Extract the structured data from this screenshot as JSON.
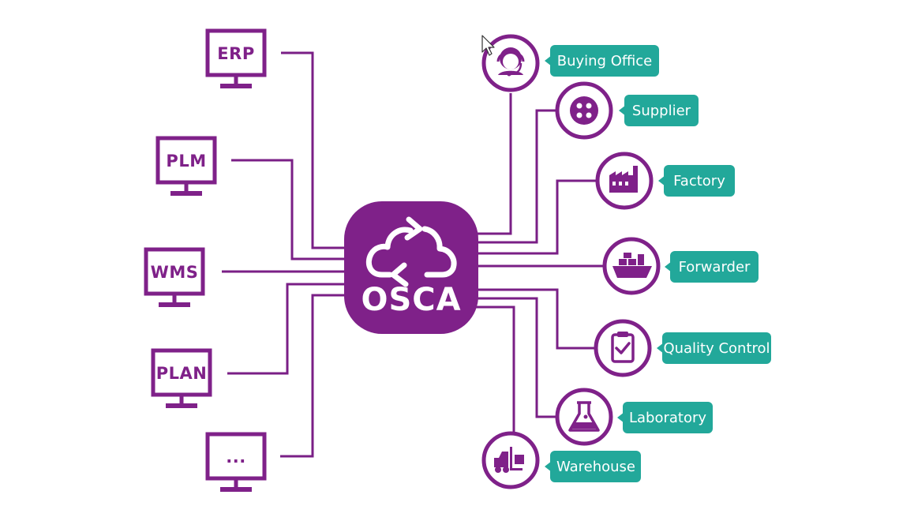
{
  "colors": {
    "purple": "#7f2189",
    "purple_line": "#7a1f86",
    "teal": "#22a89a",
    "white": "#ffffff"
  },
  "hub": {
    "label": "OSCA",
    "icon": "cloud-sync-icon"
  },
  "systems": [
    {
      "label": "ERP"
    },
    {
      "label": "PLM"
    },
    {
      "label": "WMS"
    },
    {
      "label": "PLAN"
    },
    {
      "label": "..."
    }
  ],
  "partners": [
    {
      "label": "Buying Office",
      "icon": "headset-agent-icon"
    },
    {
      "label": "Supplier",
      "icon": "button-icon"
    },
    {
      "label": "Factory",
      "icon": "factory-icon"
    },
    {
      "label": "Forwarder",
      "icon": "cargo-ship-icon"
    },
    {
      "label": "Quality Control",
      "icon": "clipboard-check-icon"
    },
    {
      "label": "Laboratory",
      "icon": "flask-icon"
    },
    {
      "label": "Warehouse",
      "icon": "forklift-icon"
    }
  ]
}
